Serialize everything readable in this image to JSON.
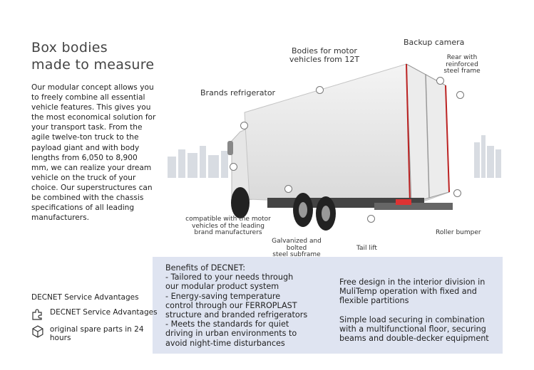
{
  "title": {
    "line1": "Box bodies",
    "line2": "made to measure"
  },
  "intro": "Our modular concept allows you to freely combine all essential vehicle features. This gives you the most economical solution for your transport task. From the agile twelve-ton truck to the payload giant and with body lengths from 6,050 to 8,900 mm, we can realize your dream vehicle on the truck of your choice. Our superstructures can be combined with the chassis specifications of all leading manufacturers.",
  "callouts": {
    "bodies": {
      "line1": "Bodies for motor",
      "line2": "vehicles from 12T"
    },
    "backup_camera": "Backup camera",
    "rear": {
      "line1": "Rear with",
      "line2": "reinforced",
      "line3": "steel frame"
    },
    "brands_refrigerator": "Brands refrigerator",
    "compatible": {
      "line1": "compatible with the motor",
      "line2": "vehicles of the leading",
      "line3": "brand manufacturers"
    },
    "galvanized": {
      "line1": "Galvanized and bolted",
      "line2": "steel subframe"
    },
    "tail_lift": "Tail lift",
    "roller_bumper": "Roller bumper"
  },
  "benefits": {
    "heading": "Benefits of DECNET:",
    "items": [
      "- Tailored to your needs through our modular product system",
      "- Energy-saving temperature control through our FERROPLAST structure and branded refrigerators",
      "- Meets the standards for quiet driving in urban environments to avoid night-time disturbances"
    ],
    "right": [
      "Free design in the interior division in MuliTemp operation with fixed and flexible partitions",
      "Simple load securing in combination with a multifunctional floor, securing beams and double-decker equipment"
    ]
  },
  "service": {
    "heading": "DECNET Service Advantages",
    "items": [
      {
        "icon": "puzzle-icon",
        "label": "DECNET Service Advantages"
      },
      {
        "icon": "box-icon",
        "label": "original spare parts in 24 hours"
      }
    ]
  }
}
